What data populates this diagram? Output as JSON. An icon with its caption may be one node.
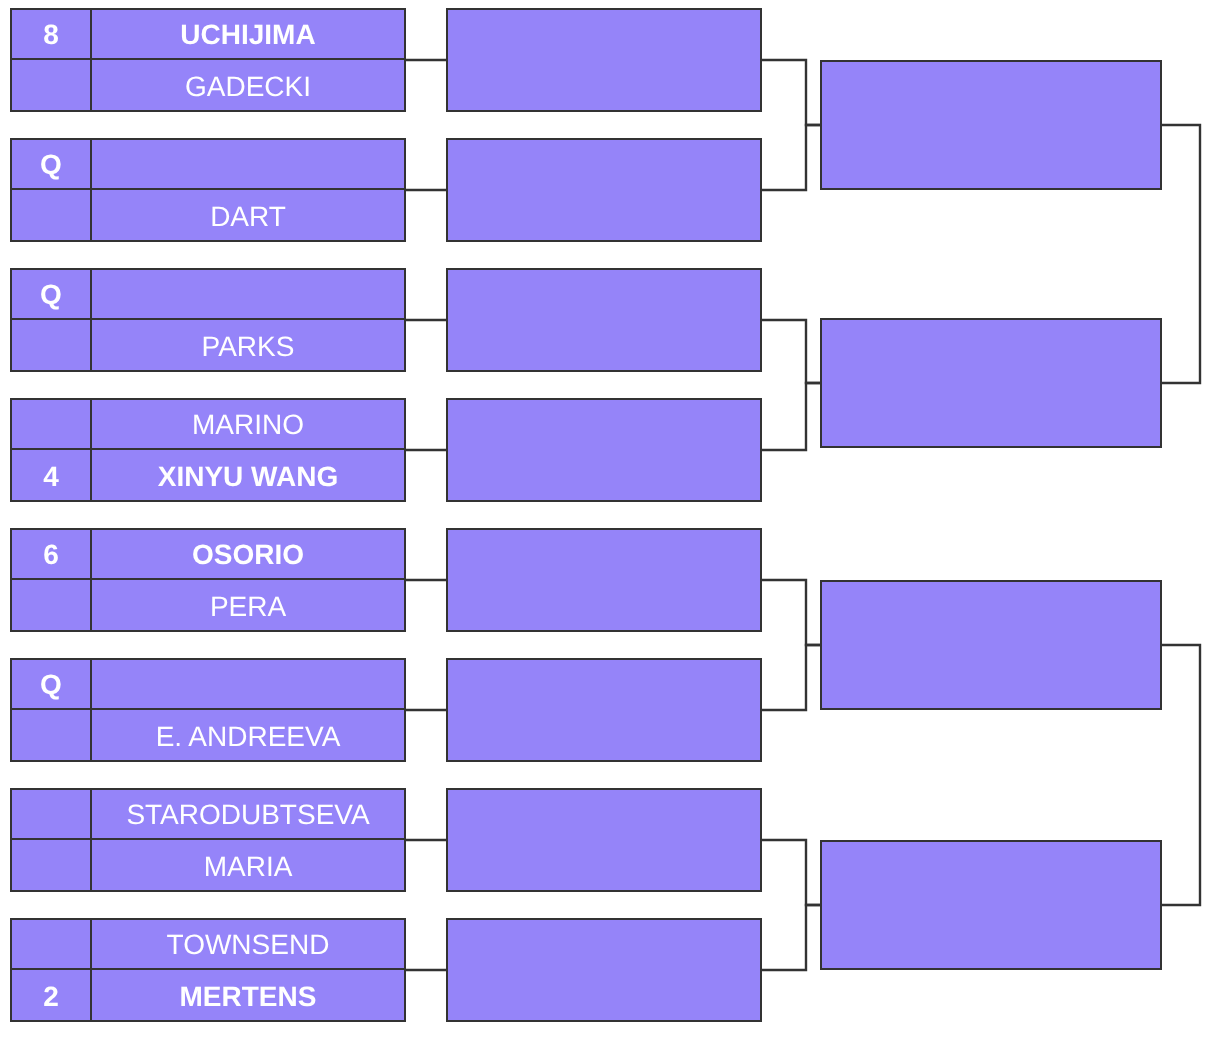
{
  "diagram": {
    "nodes": [
      {
        "text": [],
        "shape": "box"
      },
      {
        "text": [
          "8"
        ],
        "in": 0
      },
      {
        "text": [
          "UCHIJIMA"
        ],
        "in": 0
      },
      {
        "text": [],
        "shape": "box",
        "in": 0
      },
      {
        "text": [
          "GADECKI"
        ],
        "in": 0
      },
      {
        "text": [],
        "shape": "box"
      },
      {
        "text": [
          "Q"
        ],
        "in": 5
      },
      {
        "text": [],
        "shape": "box",
        "in": 5
      },
      {
        "text": [],
        "shape": "box",
        "in": 5
      },
      {
        "text": [
          "DART"
        ],
        "in": 5
      },
      {
        "text": [],
        "shape": "box"
      },
      {
        "text": [
          "Q"
        ],
        "in": 10
      },
      {
        "text": [],
        "shape": "box",
        "in": 10
      },
      {
        "text": [],
        "shape": "box",
        "in": 10
      },
      {
        "text": [
          "PARKS"
        ],
        "in": 10
      },
      {
        "text": [],
        "shape": "box"
      },
      {
        "text": [],
        "shape": "box",
        "in": 15
      },
      {
        "text": [
          "MARINO"
        ],
        "in": 15
      },
      {
        "text": [
          "4"
        ],
        "in": 15
      },
      {
        "text": [
          "XINYU WANG"
        ],
        "in": 15
      },
      {
        "text": [],
        "shape": "box"
      },
      {
        "text": [
          "6"
        ],
        "in": 20
      },
      {
        "text": [
          "OSORIO"
        ],
        "in": 20
      },
      {
        "text": [],
        "shape": "box",
        "in": 20
      },
      {
        "text": [
          "PERA"
        ],
        "in": 20
      },
      {
        "text": [],
        "shape": "box"
      },
      {
        "text": [
          "Q"
        ],
        "in": 25
      },
      {
        "text": [],
        "shape": "box",
        "in": 25
      },
      {
        "text": [],
        "shape": "box",
        "in": 25
      },
      {
        "text": [
          "E. ANDREEVA"
        ],
        "in": 25
      },
      {
        "text": [],
        "shape": "box"
      },
      {
        "text": [],
        "shape": "box",
        "in": 30
      },
      {
        "text": [
          "STARODUBTSEVA"
        ],
        "in": 30
      },
      {
        "text": [],
        "shape": "box",
        "in": 30
      },
      {
        "text": [
          "MARIA"
        ],
        "in": 30
      },
      {
        "text": [],
        "shape": "box"
      },
      {
        "text": [],
        "shape": "box",
        "in": 35
      },
      {
        "text": [
          "TOWNSEND"
        ],
        "in": 35
      },
      {
        "text": [
          "2"
        ],
        "in": 35
      },
      {
        "text": [
          "MERTENS"
        ],
        "in": 35
      },
      {
        "text": [],
        "shape": "box"
      },
      {
        "text": [],
        "shape": "box"
      },
      {
        "text": [],
        "shape": "box"
      },
      {
        "text": [],
        "shape": "box"
      },
      {
        "text": [],
        "shape": "box"
      },
      {
        "text": [],
        "shape": "box"
      },
      {
        "text": [],
        "shape": "box"
      },
      {
        "text": [],
        "shape": "box"
      },
      {
        "text": [],
        "shape": "box"
      },
      {
        "text": [],
        "shape": "box"
      },
      {
        "text": [],
        "shape": "box"
      },
      {
        "text": [],
        "shape": "box"
      }
    ],
    "edges": [
      {
        "from": 0,
        "to": 40,
        "arrow": "none"
      },
      {
        "from": 5,
        "to": 41,
        "arrow": "none"
      },
      {
        "from": 10,
        "to": 42,
        "arrow": "none"
      },
      {
        "from": 15,
        "to": 43,
        "arrow": "none"
      },
      {
        "from": 20,
        "to": 44,
        "arrow": "none"
      },
      {
        "from": 25,
        "to": 45,
        "arrow": "none"
      },
      {
        "from": 30,
        "to": 46,
        "arrow": "none"
      },
      {
        "from": 35,
        "to": 47,
        "arrow": "none"
      },
      {
        "from": 40,
        "to": 48,
        "arrow": "none"
      },
      {
        "from": 41,
        "to": 48,
        "arrow": "none"
      },
      {
        "from": 42,
        "to": 49,
        "arrow": "none"
      },
      {
        "from": 43,
        "to": 49,
        "arrow": "none"
      },
      {
        "from": 44,
        "to": 50,
        "arrow": "none"
      },
      {
        "from": 45,
        "to": 50,
        "arrow": "none"
      },
      {
        "from": 46,
        "to": 51,
        "arrow": "none"
      },
      {
        "from": 47,
        "to": 51,
        "arrow": "none"
      },
      {
        "from": 48,
        "to": null,
        "arrow": "none"
      },
      {
        "from": 49,
        "to": null,
        "arrow": "none"
      },
      {
        "from": 50,
        "to": null,
        "arrow": "none"
      },
      {
        "from": 51,
        "to": null,
        "arrow": "none"
      }
    ]
  }
}
